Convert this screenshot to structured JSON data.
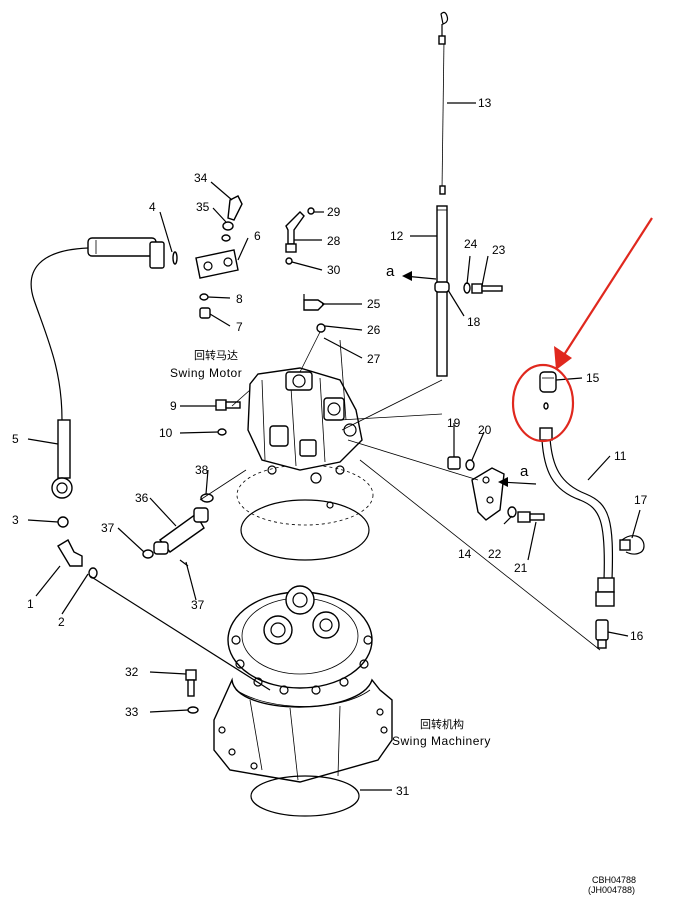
{
  "labels": {
    "p1": "1",
    "p2": "2",
    "p3": "3",
    "p4": "4",
    "p5": "5",
    "p6": "6",
    "p7": "7",
    "p8": "8",
    "p9": "9",
    "p10": "10",
    "p11": "11",
    "p12": "12",
    "p13": "13",
    "p14": "14",
    "p15": "15",
    "p16": "16",
    "p17": "17",
    "p18": "18",
    "p19": "19",
    "p20": "20",
    "p21": "21",
    "p22": "22",
    "p23": "23",
    "p24": "24",
    "p25": "25",
    "p26": "26",
    "p27": "27",
    "p28": "28",
    "p29": "29",
    "p30": "30",
    "p31": "31",
    "p32": "32",
    "p33": "33",
    "p34": "34",
    "p35": "35",
    "p36": "36",
    "p37a": "37",
    "p37b": "37",
    "p38": "38"
  },
  "view_marks": {
    "a1": "a",
    "a2": "a"
  },
  "captions": {
    "swing_motor_cn": "回转马达",
    "swing_motor_en": "Swing Motor",
    "swing_machinery_cn": "回转机构",
    "swing_machinery_en": "Swing Machinery"
  },
  "drawing_codes": {
    "primary": "CBH04788",
    "secondary": "(JH004788)"
  },
  "colors": {
    "line": "#000000",
    "highlight": "#e0281e",
    "background": "#ffffff"
  }
}
